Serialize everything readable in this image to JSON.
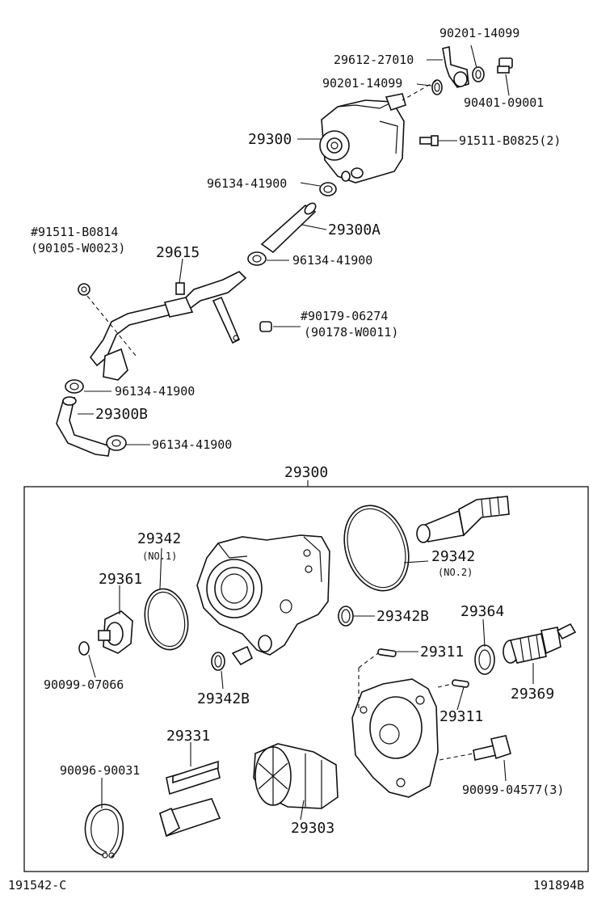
{
  "labels": {
    "p_90201_14099_top": "90201-14099",
    "p_29612_27010": "29612-27010",
    "p_90201_14099_mid": "90201-14099",
    "p_90401_09001": "90401-09001",
    "p_29300_top": "29300",
    "p_91511_b0825": "91511-B0825(2)",
    "p_96134_41900_a": "96134-41900",
    "p_29300a": "29300A",
    "p_91511_b0814": "#91511-B0814",
    "p_90105_w0023": "(90105-W0023)",
    "p_29615": "29615",
    "p_96134_41900_b": "96134-41900",
    "p_90179_06274": "#90179-06274",
    "p_90178_w0011": "(90178-W0011)",
    "p_96134_41900_c": "96134-41900",
    "p_29300b": "29300B",
    "p_96134_41900_d": "96134-41900",
    "p_29300_assy": "29300",
    "p_29342_no1": "29342",
    "p_no1": "(NO.1)",
    "p_29342_no2": "29342",
    "p_no2": "(NO.2)",
    "p_29361": "29361",
    "p_29342b_a": "29342B",
    "p_29364": "29364",
    "p_29311_a": "29311",
    "p_90099_07066": "90099-07066",
    "p_29342b_b": "29342B",
    "p_29369": "29369",
    "p_29311_b": "29311",
    "p_29331": "29331",
    "p_90096_90031": "90096-90031",
    "p_90099_04577": "90099-04577(3)",
    "p_29303": "29303",
    "footer_left": "191542-C",
    "footer_right": "191894B"
  }
}
